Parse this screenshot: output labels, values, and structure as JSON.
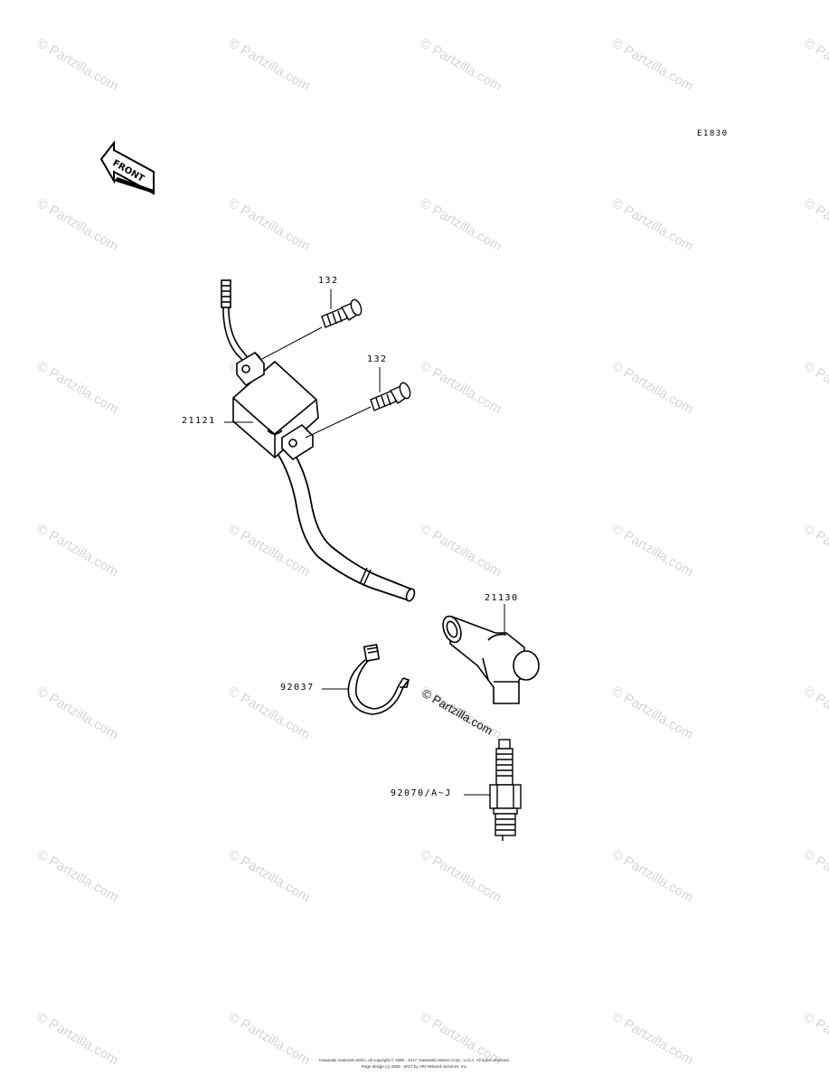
{
  "diagram": {
    "code": "E1830",
    "front_arrow": "FRONT",
    "parts": {
      "bolt_upper": "132",
      "bolt_lower": "132",
      "ignition_coil": "21121",
      "spark_plug_cap": "21130",
      "clamp": "92037",
      "spark_plug": "92070/A~J"
    },
    "watermark": "© Partzilla.com",
    "footer_line1": "Kawasaki materials within, all copyright © 1998 - 2017, Kawasaki Motors Corp., U.S.A. All rights reserved.",
    "footer_line2": "Page design (c) 2002 - 2017 by ARI Network Services, Inc."
  },
  "colors": {
    "line": "#000000",
    "watermark": "#d6d6d6"
  }
}
